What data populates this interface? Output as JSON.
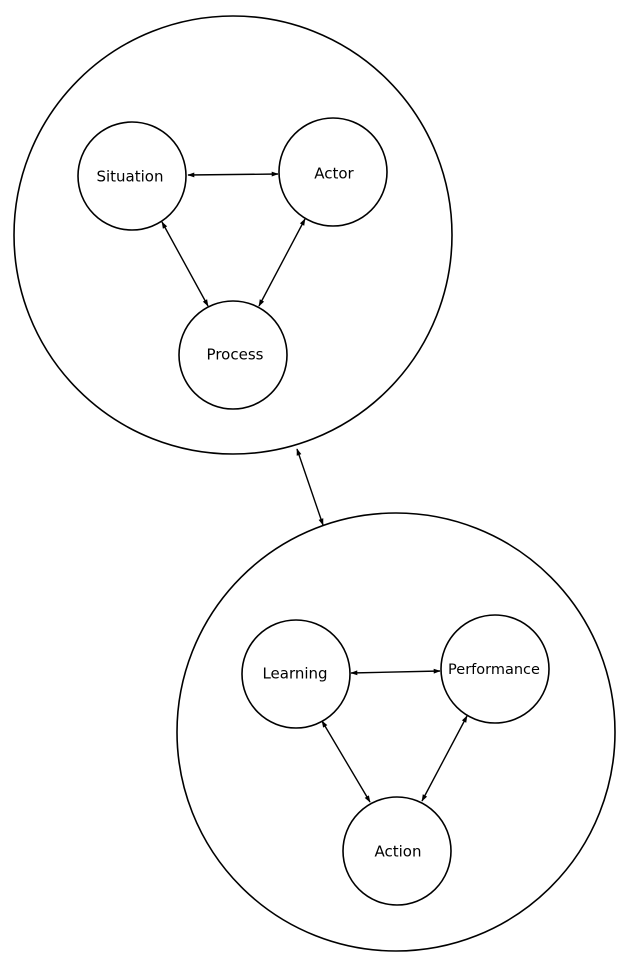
{
  "diagram": {
    "groups": [
      {
        "id": "context",
        "nodes": [
          {
            "id": "situation",
            "label": "Situation"
          },
          {
            "id": "actor",
            "label": "Actor"
          },
          {
            "id": "process",
            "label": "Process"
          }
        ],
        "edges": [
          {
            "from": "situation",
            "to": "actor",
            "type": "bidirectional"
          },
          {
            "from": "situation",
            "to": "process",
            "type": "bidirectional"
          },
          {
            "from": "actor",
            "to": "process",
            "type": "bidirectional"
          }
        ]
      },
      {
        "id": "behaviour",
        "nodes": [
          {
            "id": "learning",
            "label": "Learning"
          },
          {
            "id": "performance",
            "label": "Performance"
          },
          {
            "id": "action",
            "label": "Action"
          }
        ],
        "edges": [
          {
            "from": "learning",
            "to": "performance",
            "type": "bidirectional"
          },
          {
            "from": "learning",
            "to": "action",
            "type": "bidirectional"
          },
          {
            "from": "performance",
            "to": "action",
            "type": "bidirectional"
          }
        ]
      }
    ],
    "group_edges": [
      {
        "from": "context",
        "to": "behaviour",
        "type": "bidirectional"
      }
    ],
    "colors": {
      "stroke": "#000000",
      "background": "#ffffff"
    }
  }
}
